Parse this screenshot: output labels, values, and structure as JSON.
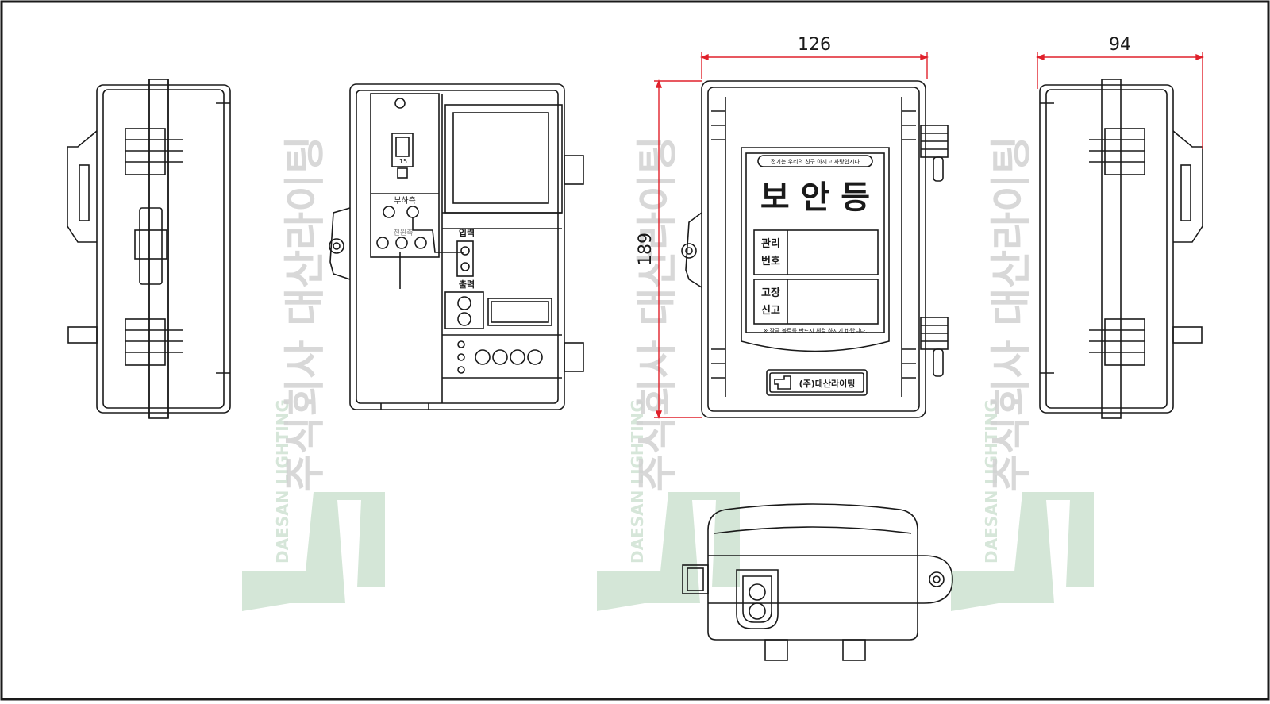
{
  "dimensions": {
    "width": "126",
    "depth": "94",
    "height": "189"
  },
  "front_label": {
    "motto": "전기는 우리의 친구 아끼고 사랑합시다",
    "title": "보 안 등",
    "row1_line1": "관리",
    "row1_line2": "번호",
    "row2_line1": "고장",
    "row2_line2": "신고",
    "note": "※ 잠금 볼트를 반드시 체결 하시기 바랍니다.",
    "maker": "(주)대산라이팅"
  },
  "interior": {
    "breaker_rating": "15",
    "load_side": "부하측",
    "supply_side": "전원측",
    "input_label": "입력",
    "output_label": "출력"
  },
  "watermark": {
    "company": "주식회사 대산라이팅",
    "brand": "DAESAN LIGHTING"
  },
  "colors": {
    "line": "#1a1a1a",
    "dimension": "#e0212b",
    "watermark": "#cfe3d3",
    "watermark_text": "#c9c9c9"
  }
}
